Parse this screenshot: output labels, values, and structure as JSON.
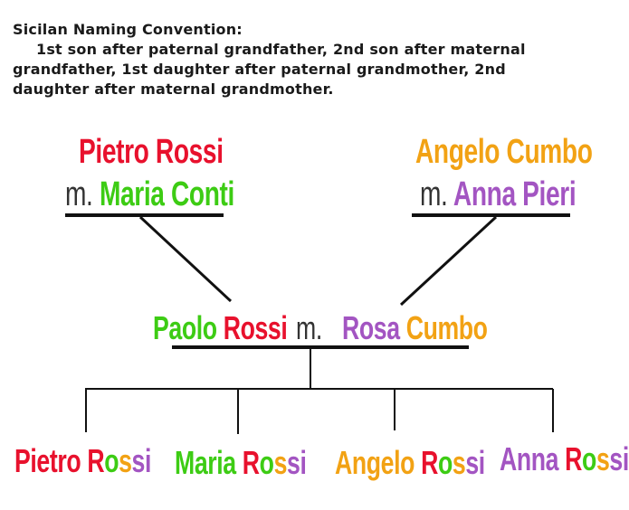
{
  "header": {
    "title": "Sicilan Naming Convention:",
    "line1": "1st son after paternal grandfather, 2nd son after maternal",
    "line2": "grandfather, 1st daughter after paternal grandmother, 2nd",
    "line3": "daughter after maternal grandmother."
  },
  "marriage_prefix": "m.",
  "paternal": {
    "husband": "Pietro Rossi",
    "wife": "Maria Conti"
  },
  "maternal": {
    "husband": "Angelo Cumbo",
    "wife": "Anna Pieri"
  },
  "parents": {
    "father": "Paolo Rossi",
    "mother": "Rosa Cumbo"
  },
  "children": {
    "c1_first": "Pietro",
    "c2_first": "Maria",
    "c3_first": "Angelo",
    "c4_first": "Anna",
    "surname": "Rossi"
  },
  "colors": {
    "red": "#e8112d",
    "green": "#3dcc14",
    "orange": "#f2a214",
    "purple": "#a355c2",
    "line": "#111111"
  }
}
